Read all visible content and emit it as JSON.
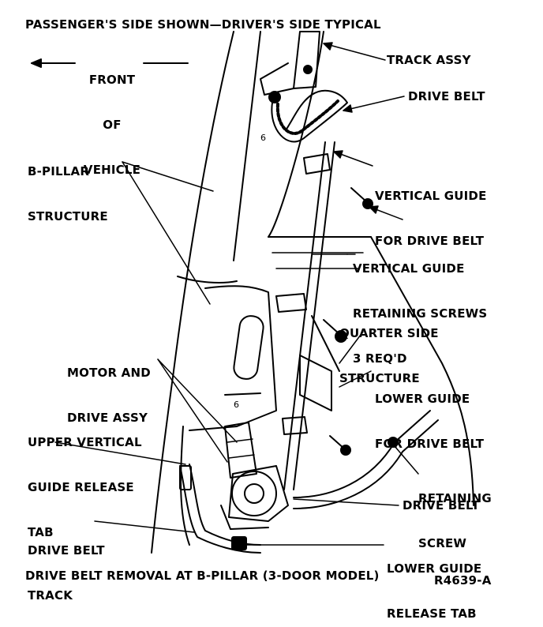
{
  "header": "PASSENGER'S SIDE SHOWN—DRIVER'S SIDE TYPICAL",
  "front_of_vehicle": [
    "FRONT",
    "OF",
    "VEHICLE"
  ],
  "labels": {
    "track_assy": "TRACK ASSY",
    "drive_belt_top": "DRIVE BELT",
    "b_pillar": [
      "B-PILLAR",
      "STRUCTURE"
    ],
    "vertical_guide": [
      "VERTICAL GUIDE",
      "FOR DRIVE BELT"
    ],
    "retaining_screws": [
      "VERTICAL GUIDE",
      "RETAINING SCREWS",
      "3 REQ'D"
    ],
    "quarter_side": [
      "QUARTER SIDE",
      "STRUCTURE"
    ],
    "motor_drive": [
      "MOTOR AND",
      "DRIVE ASSY"
    ],
    "lower_guide": [
      "LOWER GUIDE",
      "FOR DRIVE BELT"
    ],
    "upper_release": [
      "UPPER VERTICAL",
      "GUIDE RELEASE",
      "TAB"
    ],
    "retaining_screw": [
      "RETAINING",
      "SCREW"
    ],
    "drive_belt_mid": "DRIVE BELT",
    "drive_belt_track": [
      "DRIVE BELT",
      "TRACK"
    ],
    "lower_release": [
      "LOWER GUIDE",
      "RELEASE TAB"
    ]
  },
  "caption": "DRIVE BELT REMOVAL AT B-PILLAR (3-DOOR MODEL)",
  "figure_id": "R4639-A"
}
